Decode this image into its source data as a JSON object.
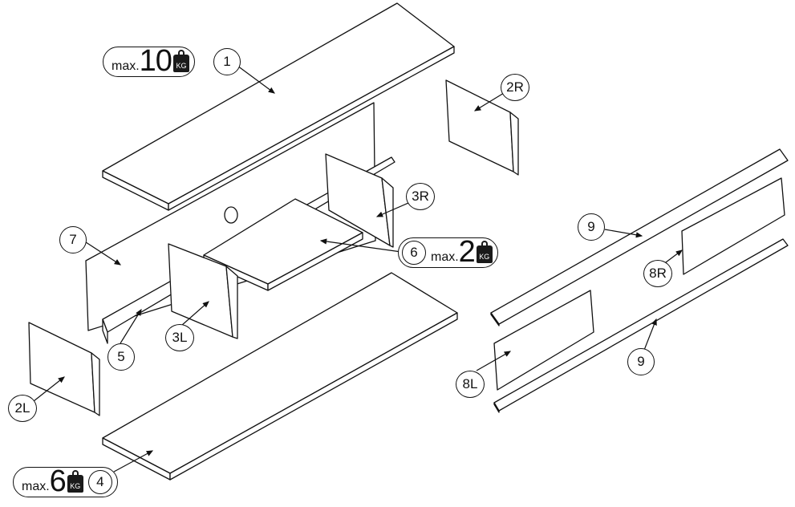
{
  "parts": {
    "p1": "1",
    "p2r": "2R",
    "p2l": "2L",
    "p3r": "3R",
    "p3l": "3L",
    "p4": "4",
    "p5": "5",
    "p6": "6",
    "p7": "7",
    "p8r": "8R",
    "p8l": "8L",
    "p9a": "9",
    "p9b": "9"
  },
  "loads": {
    "top": {
      "prefix": "max.",
      "value": "10",
      "unit": "KG"
    },
    "shelf": {
      "prefix": "max.",
      "value": "2",
      "unit": "KG"
    },
    "bottom": {
      "prefix": "max.",
      "value": "6",
      "unit": "KG"
    }
  },
  "colors": {
    "line": "#111111",
    "fill": "#ffffff",
    "weight_icon": "#1a1a1a"
  }
}
